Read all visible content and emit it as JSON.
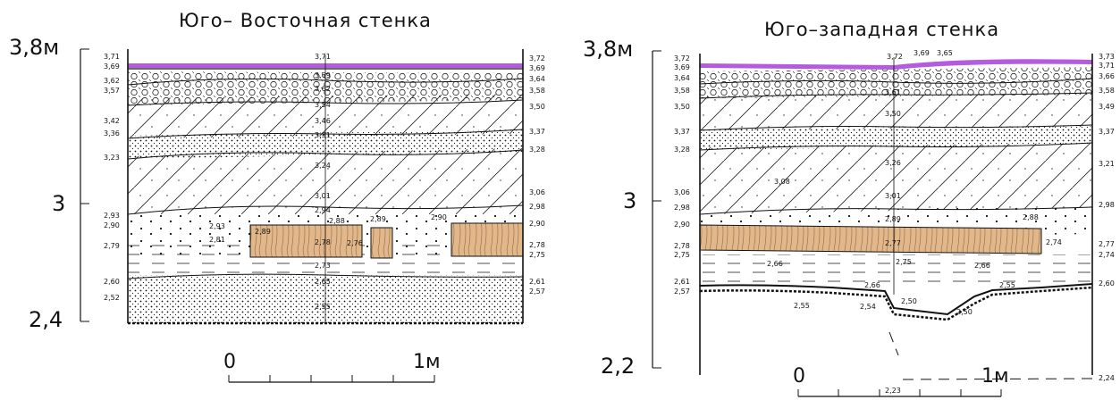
{
  "left": {
    "title": "Юго– Восточная стенка",
    "scale": [
      "3,8м",
      "3",
      "2,4"
    ],
    "scalebar": [
      "0",
      "1м"
    ],
    "left_marks": [
      "3,71",
      "3,69",
      "3,62",
      "3,57",
      "3,42",
      "3,36",
      "3,23",
      "2,93",
      "2,90",
      "2,79",
      "2,60",
      "2,52"
    ],
    "mid_marks": [
      "3,71",
      "3,69",
      "3,62",
      "3,54",
      "3,46",
      "3,31",
      "3,24",
      "3,01",
      "2,94",
      "2,88",
      "2,78",
      "2,73",
      "2,65",
      "2,55"
    ],
    "right_marks": [
      "3,72",
      "3,69",
      "3,64",
      "3,58",
      "3,50",
      "3,37",
      "3,28",
      "3,06",
      "2,98",
      "2,90",
      "2,78",
      "2,75",
      "2,61",
      "2,57"
    ],
    "inner_marks": [
      "2,93",
      "2,81",
      "2,89",
      "2,76",
      "2,89",
      "2,90"
    ]
  },
  "right": {
    "title": "Юго–западная стенка",
    "scale": [
      "3,8м",
      "3",
      "2,2"
    ],
    "scalebar": [
      "0",
      "1м"
    ],
    "left_marks": [
      "3,72",
      "3,69",
      "3,64",
      "3,58",
      "3,50",
      "3,37",
      "3,28",
      "3,06",
      "2,98",
      "2,90",
      "2,78",
      "2,75",
      "2,61",
      "2,57"
    ],
    "mid_marks": [
      "3,72",
      "3,69",
      "3,65",
      "3,61",
      "3,50",
      "3,26",
      "3,01",
      "2,89",
      "2,77",
      "2,75",
      "2,66",
      "2,50",
      "2,23"
    ],
    "right_marks": [
      "3,73",
      "3,71",
      "3,66",
      "3,58",
      "3,49",
      "3,37",
      "3,21",
      "2,98",
      "2,77",
      "2,74",
      "2,60",
      "2,24"
    ],
    "inner_marks": [
      "3,08",
      "2,88",
      "2,74",
      "2,66",
      "2,66",
      "2,55",
      "2,55",
      "2,54",
      "2,50"
    ]
  },
  "colors": {
    "humus": "#b35ce0",
    "wood": "#e2b88a",
    "ink": "#111111"
  }
}
